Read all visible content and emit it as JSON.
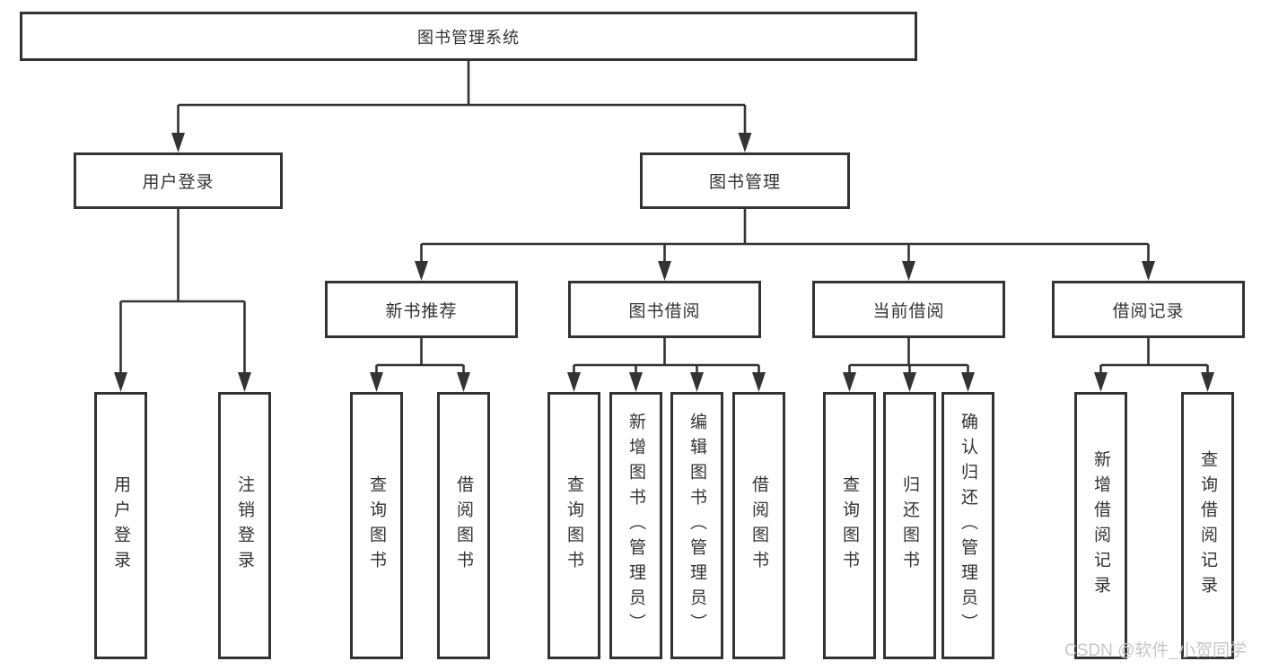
{
  "tree": {
    "root": {
      "label": "图书管理系统"
    },
    "branches": [
      {
        "label": "用户登录",
        "children": [
          {
            "label": "用户登录"
          },
          {
            "label": "注销登录"
          }
        ]
      },
      {
        "label": "图书管理",
        "children": [
          {
            "label": "新书推荐",
            "children": [
              {
                "label": "查询图书"
              },
              {
                "label": "借阅图书"
              }
            ]
          },
          {
            "label": "图书借阅",
            "children": [
              {
                "label": "查询图书"
              },
              {
                "label": "新增图书（管理员）"
              },
              {
                "label": "编辑图书（管理员）"
              },
              {
                "label": "借阅图书"
              }
            ]
          },
          {
            "label": "当前借阅",
            "children": [
              {
                "label": "查询图书"
              },
              {
                "label": "归还图书"
              },
              {
                "label": "确认归还（管理员）"
              }
            ]
          },
          {
            "label": "借阅记录",
            "children": [
              {
                "label": "新增借阅记录"
              },
              {
                "label": "查询借阅记录"
              }
            ]
          }
        ]
      }
    ]
  },
  "watermark": {
    "text": "CSDN @软件_小贺同学"
  },
  "colors": {
    "line": "#333333",
    "box_border": "#333333",
    "text": "#333333",
    "watermark": "#c6c6c6",
    "background": "#ffffff"
  }
}
